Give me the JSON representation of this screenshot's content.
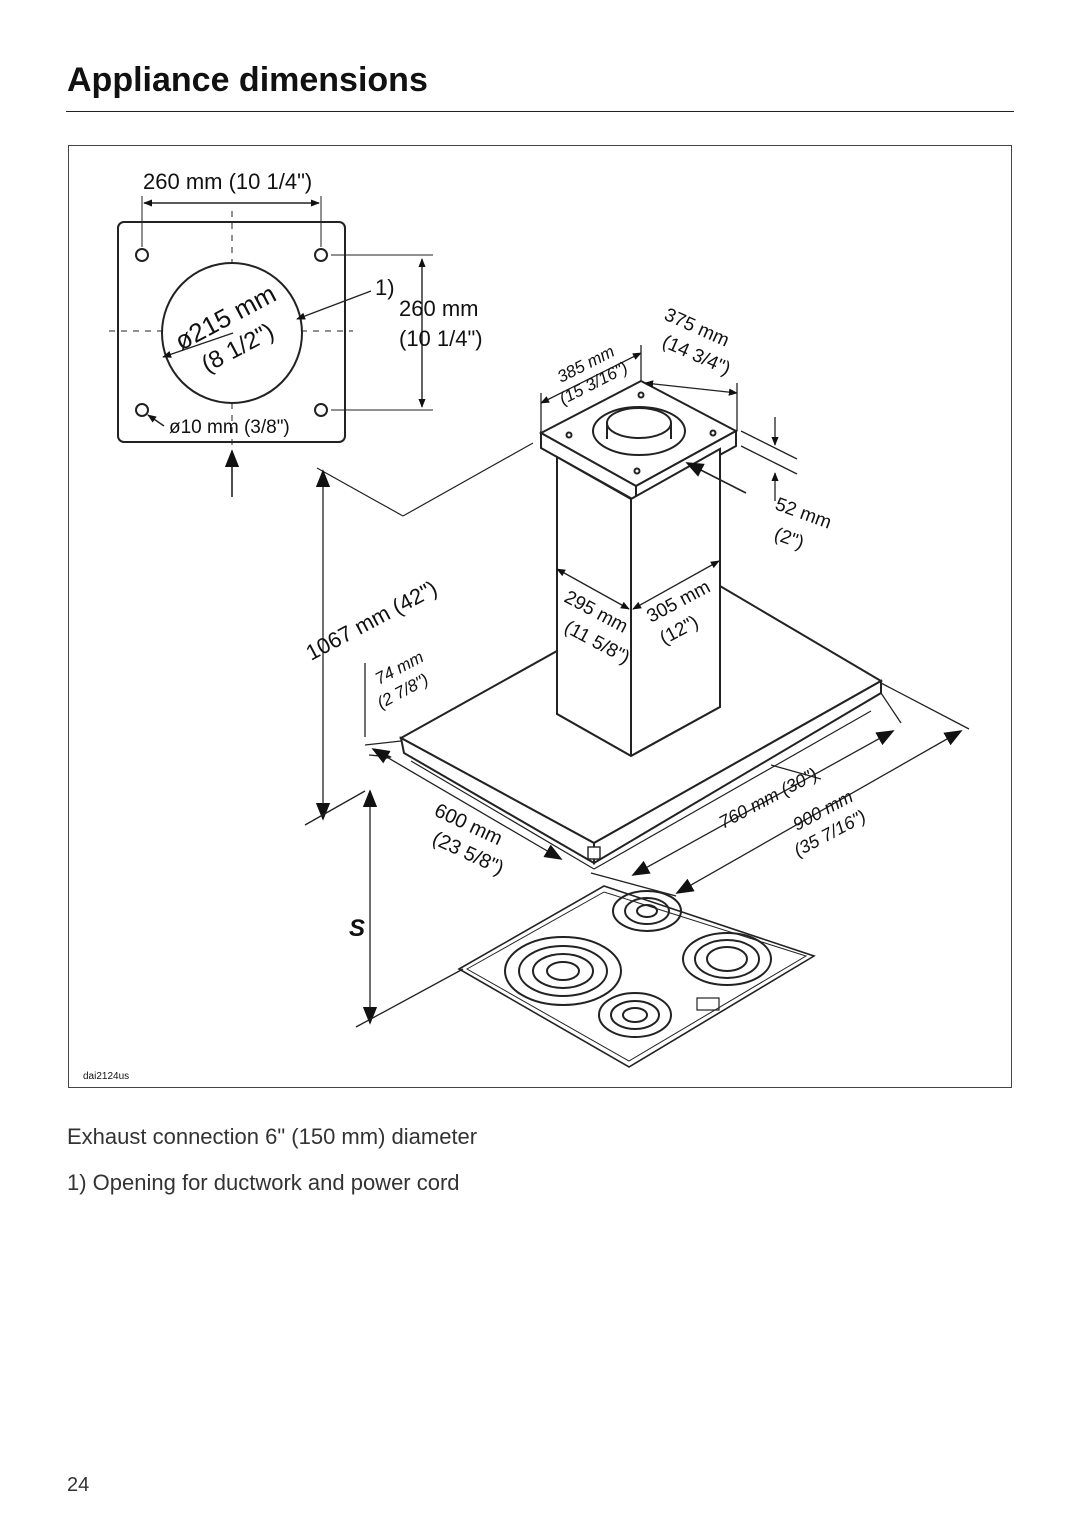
{
  "page": {
    "title": "Appliance dimensions",
    "page_number": "24"
  },
  "figure": {
    "labels": {
      "plate_width": "260 mm (10 1/4\")",
      "note_marker": "1)",
      "plate_height_mm": "260 mm",
      "plate_height_in": "(10 1/4\")",
      "opening_dia_mm": "ø215 mm",
      "opening_dia_in": "(8 1/2\")",
      "hole_dia": "ø10 mm (3/8\")",
      "depth_plate_mm": "385 mm",
      "depth_plate_in": "(15 3/16\")",
      "width_plate_mm": "375 mm",
      "width_plate_in": "(14 3/4\")",
      "plate_thickness_mm": "52 mm",
      "plate_thickness_in": "(2\")",
      "overall_height": "1067 mm (42\")",
      "chimney_depth_mm": "295 mm",
      "chimney_depth_in": "(11 5/8\")",
      "chimney_width_mm": "305 mm",
      "chimney_width_in": "(12\")",
      "canopy_height_mm": "74 mm",
      "canopy_height_in": "(2 7/8\")",
      "canopy_depth_mm": "600 mm",
      "canopy_depth_in": "(23 5/8\")",
      "canopy_width_30": "760 mm (30\")",
      "canopy_width_36_mm": "900 mm",
      "canopy_width_36_in": "(35 7/16\")",
      "safety_distance": "S",
      "drawing_code": "dai2124us"
    }
  },
  "captions": {
    "exhaust": "Exhaust connection 6\" (150 mm) diameter",
    "note1": "1) Opening for ductwork and power cord"
  }
}
